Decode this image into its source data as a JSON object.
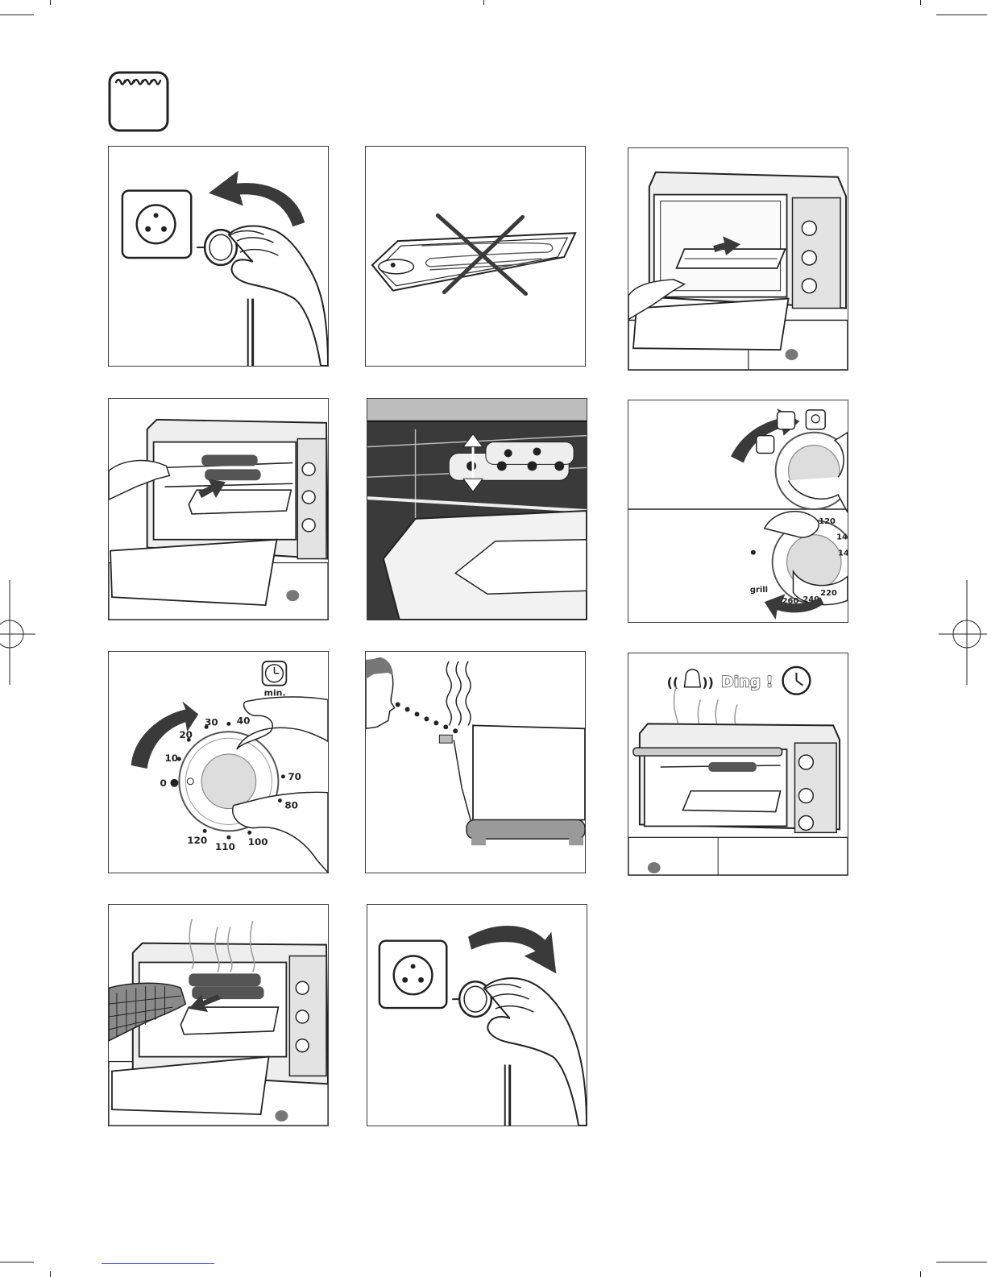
{
  "header": {
    "icon": "grill-mode-icon"
  },
  "panels": [
    {
      "id": "p1",
      "scene": "plug-into-socket",
      "icons": [
        "wall-socket-icon",
        "arrow-counterclockwise-icon"
      ]
    },
    {
      "id": "p2",
      "scene": "do-not-use-crumb-tray",
      "icons": [
        "cross-icon"
      ]
    },
    {
      "id": "p3",
      "scene": "insert-drip-tray",
      "icons": [
        "arrow-right-icon"
      ]
    },
    {
      "id": "p4",
      "scene": "insert-rotisserie-skewers",
      "icons": [
        "arrow-right-icon"
      ]
    },
    {
      "id": "p5",
      "scene": "adjust-skewer-height",
      "icons": [
        "double-arrow-vertical-icon"
      ]
    },
    {
      "id": "p6",
      "scene": "set-function-and-temperature",
      "temperature_labels": [
        "120",
        "14",
        "14",
        "grill",
        "260",
        "240",
        "220"
      ]
    },
    {
      "id": "p7",
      "scene": "set-timer",
      "timer_unit": "min.",
      "timer_labels": [
        "0",
        "10",
        "20",
        "30",
        "40",
        "70",
        "80",
        "100",
        "110",
        "120"
      ]
    },
    {
      "id": "p8",
      "scene": "do-not-lean-over-oven",
      "icons": [
        "steam-icon"
      ]
    },
    {
      "id": "p9",
      "scene": "end-of-cooking-bell",
      "ding_text": "Ding !",
      "icons": [
        "bell-icon",
        "clock-icon"
      ]
    },
    {
      "id": "p10",
      "scene": "remove-food-with-oven-glove",
      "icons": [
        "arrow-left-icon"
      ]
    },
    {
      "id": "p11",
      "scene": "unplug-from-socket",
      "icons": [
        "wall-socket-icon",
        "arrow-clockwise-icon"
      ]
    }
  ]
}
